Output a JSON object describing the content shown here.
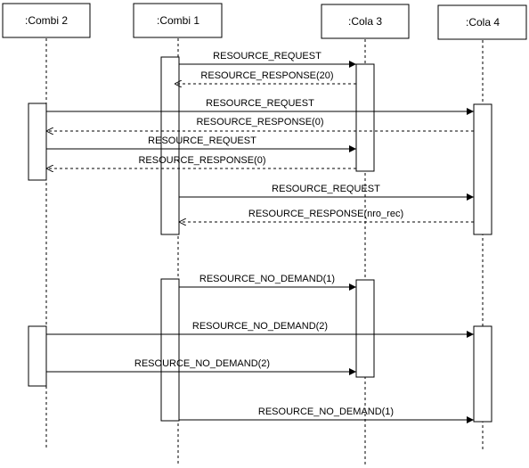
{
  "participants": [
    {
      "id": "combi2",
      "label": ":Combi 2"
    },
    {
      "id": "combi1",
      "label": ":Combi 1"
    },
    {
      "id": "cola3",
      "label": ":Cola 3"
    },
    {
      "id": "cola4",
      "label": ":Cola 4"
    }
  ],
  "messages": [
    {
      "from": "combi1",
      "to": "cola3",
      "label": "RESOURCE_REQUEST",
      "type": "call"
    },
    {
      "from": "cola3",
      "to": "combi1",
      "label": "RESOURCE_RESPONSE(20)",
      "type": "reply"
    },
    {
      "from": "combi2",
      "to": "cola4",
      "label": "RESOURCE_REQUEST",
      "type": "call"
    },
    {
      "from": "cola4",
      "to": "combi2",
      "label": "RESOURCE_RESPONSE(0)",
      "type": "reply"
    },
    {
      "from": "combi2",
      "to": "cola3",
      "label": "RESOURCE_REQUEST",
      "type": "call"
    },
    {
      "from": "cola3",
      "to": "combi2",
      "label": "RESOURCE_RESPONSE(0)",
      "type": "reply"
    },
    {
      "from": "combi1",
      "to": "cola4",
      "label": "RESOURCE_REQUEST",
      "type": "call"
    },
    {
      "from": "cola4",
      "to": "combi1",
      "label": "RESOURCE_RESPONSE(nro_rec)",
      "type": "reply"
    },
    {
      "from": "combi1",
      "to": "cola3",
      "label": "RESOURCE_NO_DEMAND(1)",
      "type": "call"
    },
    {
      "from": "combi2",
      "to": "cola4",
      "label": "RESOURCE_NO_DEMAND(2)",
      "type": "call"
    },
    {
      "from": "combi2",
      "to": "cola3",
      "label": "RESOURCE_NO_DEMAND(2)",
      "type": "call"
    },
    {
      "from": "combi1",
      "to": "cola4",
      "label": "RESOURCE_NO_DEMAND(1)",
      "type": "call"
    }
  ]
}
